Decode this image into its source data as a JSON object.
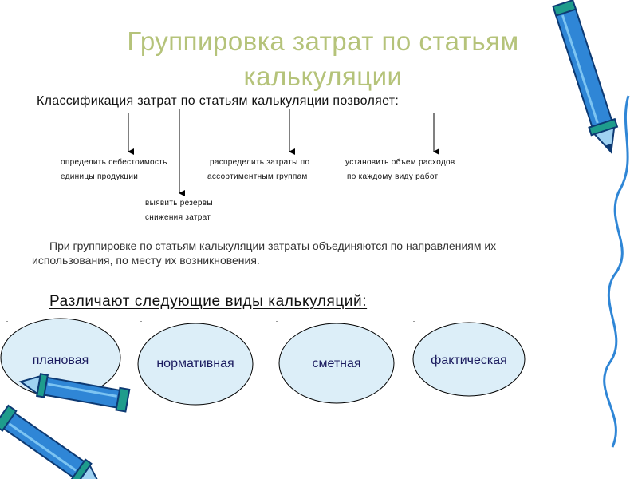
{
  "title": {
    "line1": "Группировка затрат по статьям",
    "line2": "калькуляции"
  },
  "intro": "Классификация затрат по статьям калькуляции позволяет:",
  "purposes": [
    {
      "line1": "определить себестоимость",
      "line2": "единицы продукции"
    },
    {
      "line1": "распределить затраты по",
      "line2": "ассортиментным группам"
    },
    {
      "line1": "установить объем расходов",
      "line2": "по каждому виду работ"
    },
    {
      "line1": "выявить резервы",
      "line2": "снижения затрат"
    }
  ],
  "paragraph": {
    "line1": "При группировке по статьям калькуляции затраты объединяются по направлениям их",
    "line2": "использования, по месту их возникновения."
  },
  "kinds_heading": "Различают следующие виды калькуляций:",
  "kinds": [
    "плановая",
    "нормативная",
    "сметная",
    "фактическая"
  ],
  "colors": {
    "title": "#b5c37a",
    "oval_fill": "#dceef8",
    "oval_stroke": "#000000",
    "pencil_blue": "#2f86d6",
    "pencil_outline": "#0d3a73",
    "pencil_accent": "#1e9c8c"
  },
  "icons": [
    "pencil-icon",
    "wavy-line-icon"
  ]
}
